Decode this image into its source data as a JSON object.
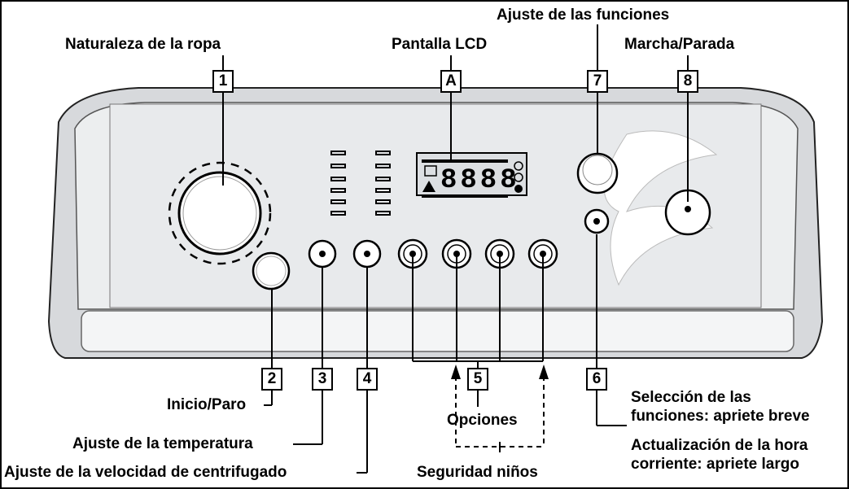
{
  "callouts": {
    "1": {
      "number": "1",
      "label": "Naturaleza de la ropa"
    },
    "A": {
      "number": "A",
      "label": "Pantalla LCD"
    },
    "7": {
      "number": "7",
      "label": "Ajuste de las funciones"
    },
    "8": {
      "number": "8",
      "label": "Marcha/Parada"
    },
    "2": {
      "number": "2",
      "label": "Inicio/Paro"
    },
    "3": {
      "number": "3",
      "label": "Ajuste de la temperatura"
    },
    "4": {
      "number": "4",
      "label": "Ajuste de la velocidad de centrifugado"
    },
    "5": {
      "number": "5",
      "label": "Opciones",
      "sublabel": "Seguridad niños"
    },
    "6": {
      "number": "6",
      "label_line1": "Selección de las",
      "label_line2": "funciones: apriete breve",
      "label_line3": "Actualización de la hora",
      "label_line4": "corriente: apriete largo"
    }
  },
  "lcd": {
    "digits": "8888"
  },
  "colors": {
    "panel": "#e6e8ea",
    "panel_inner": "#f1f2f3",
    "outline": "#000000",
    "accent": "#ffffff"
  }
}
